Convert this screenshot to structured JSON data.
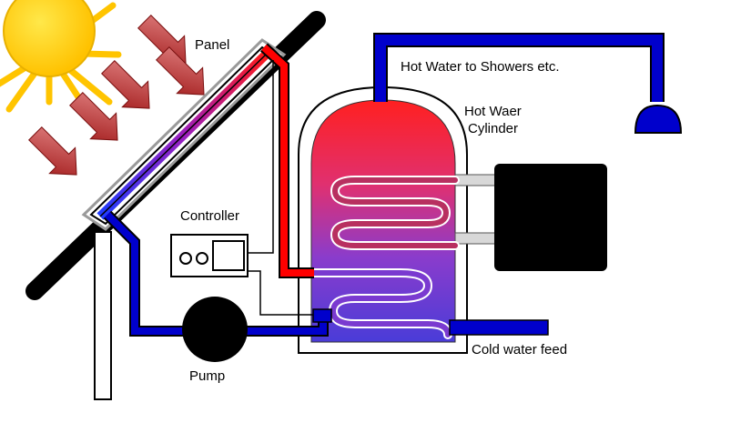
{
  "labels": {
    "panel": "Panel",
    "hot_water": "Hot Water to Showers etc.",
    "cylinder_line1": "Hot Waer",
    "cylinder_line2": "Cylinder",
    "controller": "Controller",
    "pump": "Pump",
    "cold_feed": "Cold water feed"
  },
  "colors": {
    "hot_pipe": "#ff0000",
    "cold_pipe": "#0000cc",
    "sun": "#ffd200",
    "sun_rays": "#ffc400",
    "ray_arrows": "#b01c1c",
    "cylinder_top": "#ff2a2a",
    "cylinder_bottom": "#4a3cd8",
    "heater": "#000000"
  },
  "icons": [
    "sun-icon",
    "sunlight-arrow-icon",
    "shower-head-icon",
    "pump-icon",
    "controller-icon"
  ]
}
